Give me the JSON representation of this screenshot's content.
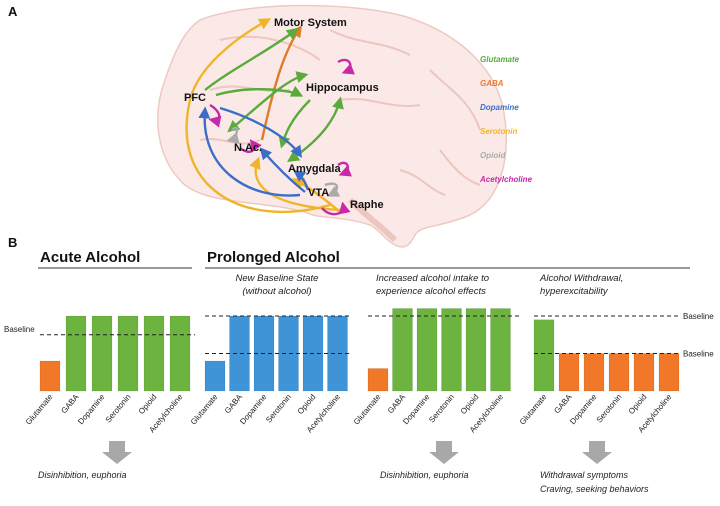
{
  "panel_a": {
    "letter": "A",
    "regions": {
      "motor": "Motor System",
      "hippocampus": "Hippocampus",
      "pfc": "PFC",
      "nac": "N.Ac.",
      "amygdala": "Amygdala",
      "vta": "VTA",
      "raphe": "Raphe"
    },
    "legend": [
      {
        "label": "Glutamate",
        "color": "#5aaa3c"
      },
      {
        "label": "GABA",
        "color": "#f07828"
      },
      {
        "label": "Dopamine",
        "color": "#3c6ec8"
      },
      {
        "label": "Serotonin",
        "color": "#f0b428"
      },
      {
        "label": "Opioid",
        "color": "#aaaaaa"
      },
      {
        "label": "Acetylcholine",
        "color": "#c828aa"
      }
    ]
  },
  "panel_b": {
    "letter": "B",
    "acute_title": "Acute Alcohol",
    "prolonged_title": "Prolonged Alcohol",
    "subtitles": {
      "new_baseline": "New Baseline State\n(without alcohol)",
      "increased": "Increased alcohol intake to\nexperience alcohol effects",
      "withdrawal": "Alcohol Withdrawal,\nhyperexcitability"
    },
    "baseline_label": "Baseline",
    "categories": [
      "Glutamate",
      "GABA",
      "Dopamine",
      "Serotonin",
      "Opioid",
      "Acetylcholine"
    ],
    "outcomes": {
      "acute": "Disinhibition, euphoria",
      "increased": "Disinhibition, euphoria",
      "withdrawal_line1": "Withdrawal symptoms",
      "withdrawal_line2": "Craving, seeking behaviors"
    },
    "colors": {
      "high": "#6cb33f",
      "low": "#f07828",
      "neutral": "#3f94d8"
    }
  },
  "chart_data": [
    {
      "type": "bar",
      "title": "Acute Alcohol",
      "categories": [
        "Glutamate",
        "GABA",
        "Dopamine",
        "Serotonin",
        "Opioid",
        "Acetylcholine"
      ],
      "values": [
        0.4,
        1.0,
        1.0,
        1.0,
        1.0,
        1.0
      ],
      "colors": [
        "#f07828",
        "#6cb33f",
        "#6cb33f",
        "#6cb33f",
        "#6cb33f",
        "#6cb33f"
      ]
    },
    {
      "type": "bar",
      "title": "New Baseline State (without alcohol)",
      "categories": [
        "Glutamate",
        "GABA",
        "Dopamine",
        "Serotonin",
        "Opioid",
        "Acetylcholine"
      ],
      "values": [
        0.4,
        1.0,
        1.0,
        1.0,
        1.0,
        1.0
      ],
      "colors": [
        "#3f94d8",
        "#3f94d8",
        "#3f94d8",
        "#3f94d8",
        "#3f94d8",
        "#3f94d8"
      ]
    },
    {
      "type": "bar",
      "title": "Increased alcohol intake to experience alcohol effects",
      "categories": [
        "Glutamate",
        "GABA",
        "Dopamine",
        "Serotonin",
        "Opioid",
        "Acetylcholine"
      ],
      "values": [
        0.3,
        1.1,
        1.1,
        1.1,
        1.1,
        1.1
      ],
      "colors": [
        "#f07828",
        "#6cb33f",
        "#6cb33f",
        "#6cb33f",
        "#6cb33f",
        "#6cb33f"
      ]
    },
    {
      "type": "bar",
      "title": "Alcohol Withdrawal, hyperexcitability",
      "categories": [
        "Glutamate",
        "GABA",
        "Dopamine",
        "Serotonin",
        "Opioid",
        "Acetylcholine"
      ],
      "values": [
        0.95,
        0.5,
        0.5,
        0.5,
        0.5,
        0.5
      ],
      "colors": [
        "#6cb33f",
        "#f07828",
        "#f07828",
        "#f07828",
        "#f07828",
        "#f07828"
      ]
    }
  ]
}
